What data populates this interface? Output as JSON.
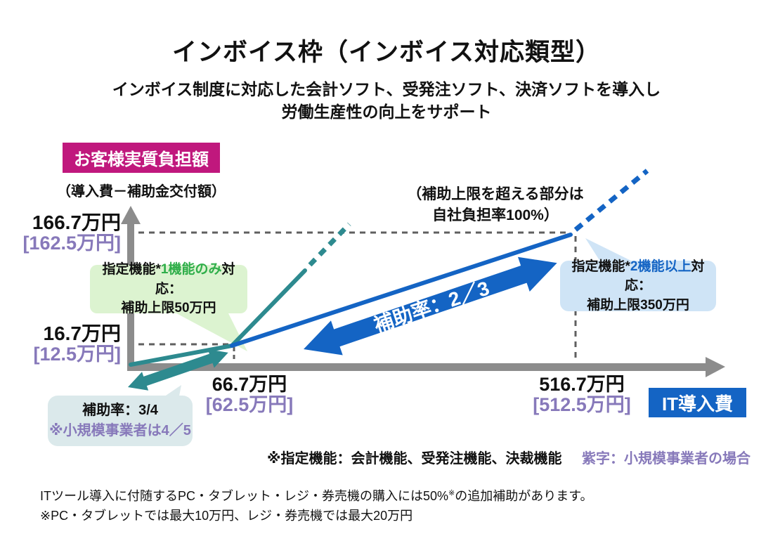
{
  "header": {
    "title": "インボイス枠（インボイス対応類型）",
    "subtitle1": "インボイス制度に対応した会計ソフト、受発注ソフト、決済ソフトを導入し",
    "subtitle2": "労働生産性の向上をサポート"
  },
  "y_axis": {
    "badge": "お客様実質負担額",
    "formula": "（導入費－補助金交付額）",
    "tick_top": "166.7万円",
    "tick_top_sb": "[162.5万円]",
    "tick_low": "16.7万円",
    "tick_low_sb": "[12.5万円]"
  },
  "x_axis": {
    "badge": "IT導入費",
    "tick1": "66.7万円",
    "tick1_sb": "[62.5万円]",
    "tick2": "516.7万円",
    "tick2_sb": "[512.5万円]"
  },
  "annotations": {
    "over_limit1": "（補助上限を超える部分は",
    "over_limit2": "自社負担率100%）",
    "rate_main": "補助率：2／3",
    "callout_one": {
      "prefix": "指定機能*",
      "accent": "1機能のみ",
      "suffix": "対応：",
      "line2": "補助上限50万円"
    },
    "callout_two": {
      "prefix": "指定機能*",
      "accent": "2機能以上",
      "suffix": "対応：",
      "line2": "補助上限350万円"
    },
    "callout_small": {
      "line1": "補助率：3/4",
      "line2": "※小規模事業者は4／5"
    }
  },
  "footer": {
    "functions": "※指定機能：会計機能、受発注機能、決裁機能",
    "purple_legend": "紫字：小規模事業者の場合",
    "note1_pre": "ITツール導入に付随するPC・タブレット・レジ・券売機の購入には50%",
    "note1_sup": "※",
    "note1_post": "の追加補助があります。",
    "note2": "※PC・タブレットでは最大10万円、レジ・券売機では最大20万円"
  },
  "colors": {
    "magenta": "#c0187d",
    "purple": "#8779ba",
    "teal": "#2d8a8f",
    "blue": "#1464c4",
    "green_accent": "#2fae4a",
    "green_bg": "#dcf3d0",
    "blue_bg": "#cfe4f6",
    "teal_bg": "#dbe9eb",
    "axis_gray": "#8c8c8c",
    "dash_gray": "#5f5f5f"
  },
  "chart_data": {
    "type": "line",
    "title": "インボイス枠（インボイス対応類型）",
    "xlabel": "IT導入費",
    "ylabel": "お客様実質負担額（導入費－補助金交付額）",
    "unit": "万円",
    "grid": false,
    "series": [
      {
        "name": "指定機能1機能のみ対応（補助上限50万円）",
        "subsidy_rate": "3/4（※小規模事業者は4/5）",
        "color": "#2d8a8f",
        "x": [
          0,
          66.7
        ],
        "y": [
          0,
          16.7
        ],
        "x_small_business": [
          0,
          62.5
        ],
        "y_small_business": [
          0,
          12.5
        ],
        "beyond_cap": "補助上限を超える部分は自社負担率100%（傾き1で増加、点線表示）"
      },
      {
        "name": "指定機能2機能以上対応（補助上限350万円）",
        "subsidy_rate": "2/3",
        "color": "#1464c4",
        "x": [
          66.7,
          516.7
        ],
        "y": [
          16.7,
          166.7
        ],
        "x_small_business": [
          62.5,
          512.5
        ],
        "y_small_business": [
          12.5,
          162.5
        ],
        "beyond_cap": "補助上限を超える部分は自社負担率100%（傾き1で増加、点線表示）"
      }
    ],
    "x_ticks": [
      "66.7万円 [62.5万円]",
      "516.7万円 [512.5万円]"
    ],
    "y_ticks": [
      "16.7万円 [12.5万円]",
      "166.7万円 [162.5万円]"
    ],
    "legend_note": "紫字［ ］は小規模事業者の場合"
  }
}
